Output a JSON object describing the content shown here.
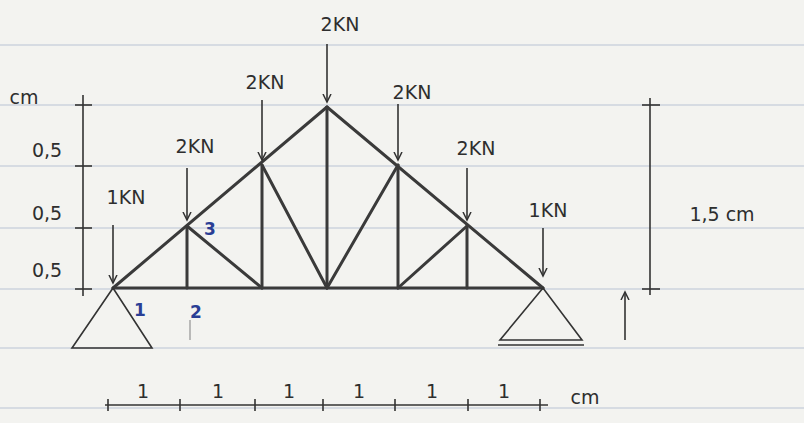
{
  "diagram": {
    "labels": [
      "2KN",
      "cm",
      "2KN",
      "2KN",
      "0,5",
      "2KN",
      "2KN",
      "0,5",
      "1KN",
      "1KN",
      "1,5 cm",
      "3",
      "0,5",
      "1",
      "2",
      "1",
      "1",
      "1",
      "1",
      "1",
      "1",
      "cm"
    ]
  }
}
